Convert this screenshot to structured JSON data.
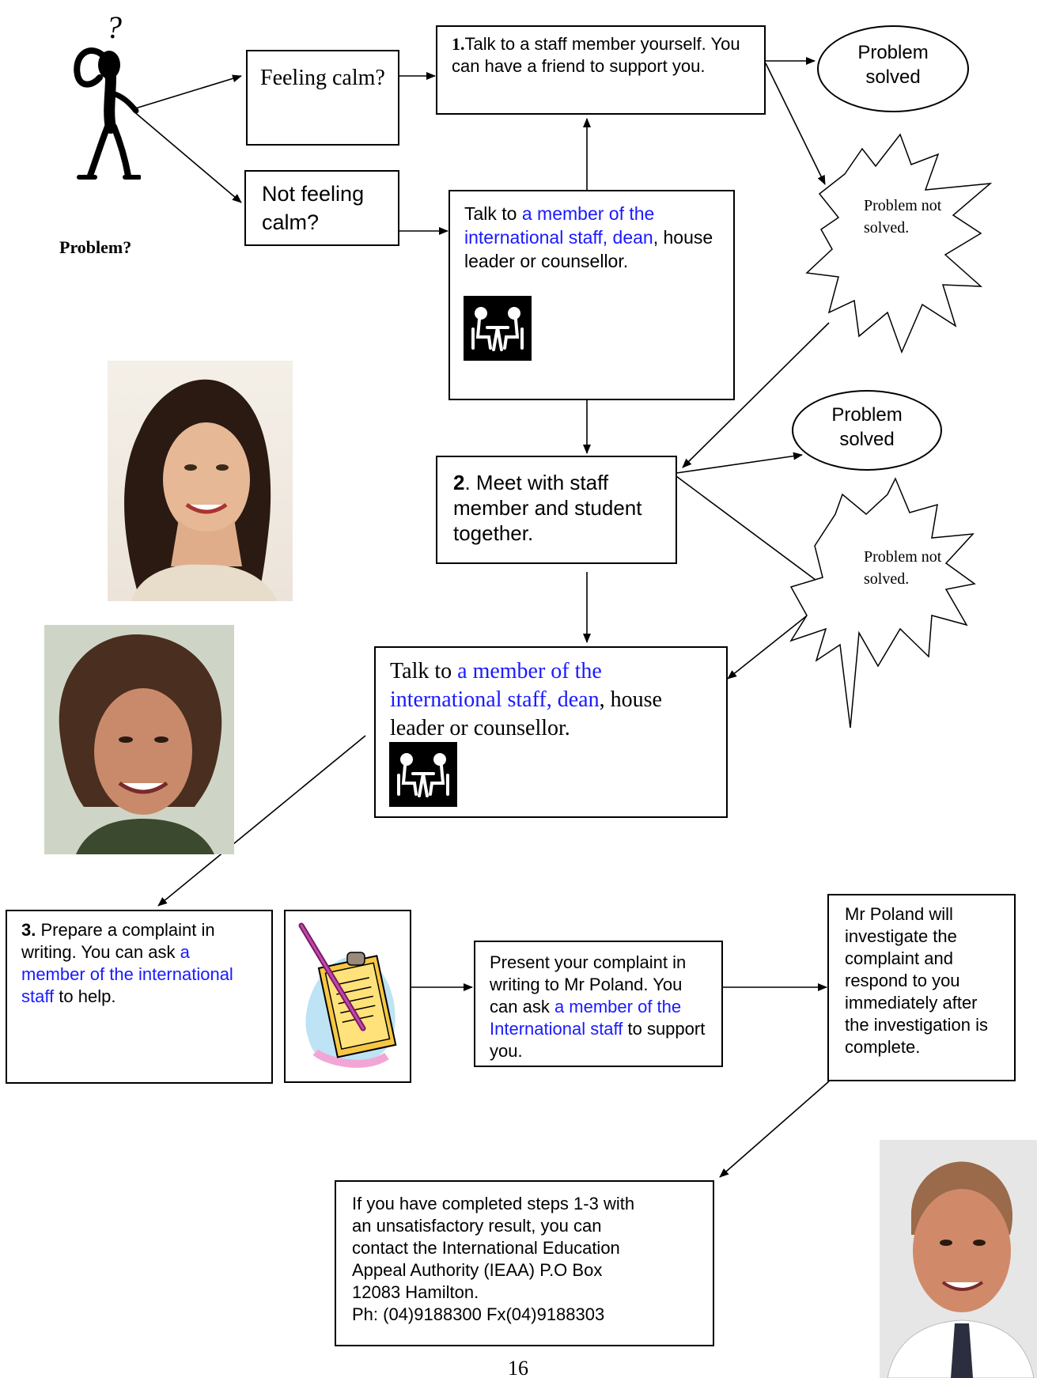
{
  "problem_label": "Problem?",
  "feeling_calm": "Feeling calm?",
  "not_feeling_calm": "Not feeling calm?",
  "step1": {
    "number": "1.",
    "text": "Talk to a staff member yourself.  You can have a friend to support you."
  },
  "talk_box_1": {
    "prefix": "Talk to ",
    "link": "a member of the international staff, dean",
    "suffix": ", house leader or counsellor."
  },
  "outcome_solved_1": "Problem solved",
  "outcome_not_solved_1": "Problem not solved.",
  "step2": {
    "number": "2",
    "text": ". Meet with staff member and student together."
  },
  "outcome_solved_2": "Problem solved",
  "outcome_not_solved_2": "Problem not solved.",
  "talk_box_2": {
    "prefix": "Talk to ",
    "link": "a member of the international staff, dean",
    "suffix": ", house leader or counsellor."
  },
  "step3": {
    "number": "3.",
    "prefix": " Prepare a complaint in writing. You can ask ",
    "link": "a member of the international staff",
    "suffix": " to help."
  },
  "present_box": {
    "prefix": "Present your complaint in writing to Mr Poland. You can ask ",
    "link": "a member of the International staff",
    "suffix": " to support you."
  },
  "investigate_box": "Mr Poland will investigate the complaint and respond to you immediately after the investigation is complete.",
  "appeal_box": {
    "lines": [
      "If you have completed steps 1-3 with",
      "an unsatisfactory result, you can",
      "contact the International Education",
      "Appeal Authority (IEAA) P.O Box",
      "12083 Hamilton.",
      "Ph: (04)9188300 Fx(04)9188303"
    ]
  },
  "page_number": "16",
  "colors": {
    "link": "#1a1aff",
    "line": "#000000"
  },
  "icons": [
    "question-figure-icon",
    "meeting-icon",
    "notepad-icon"
  ]
}
